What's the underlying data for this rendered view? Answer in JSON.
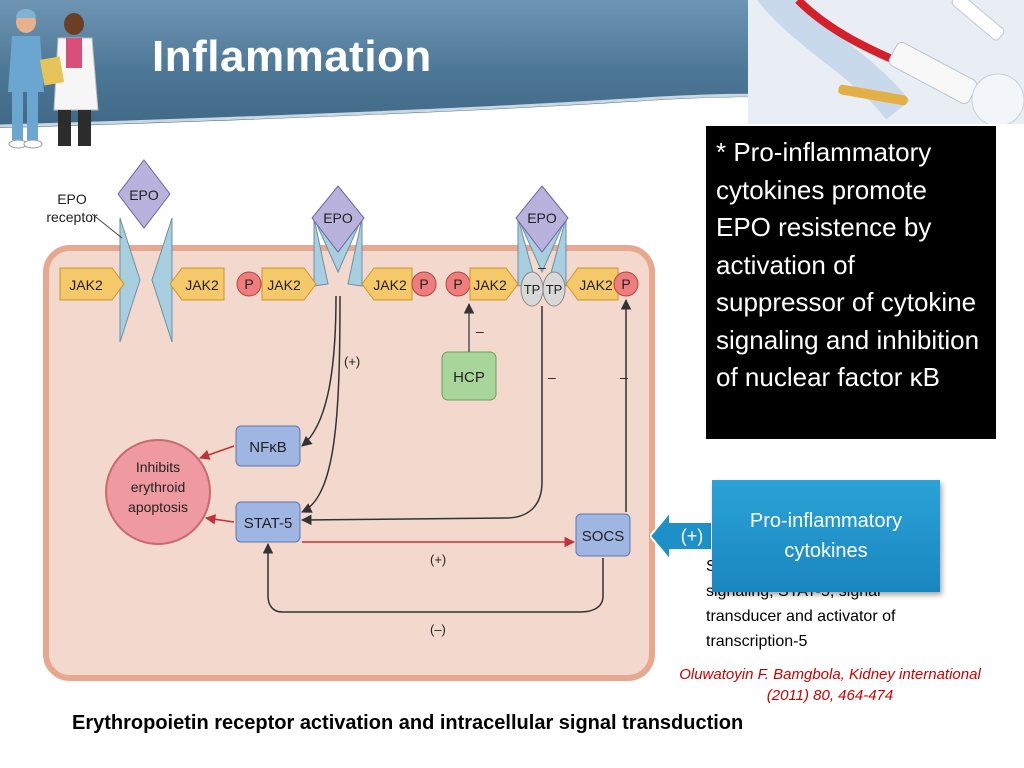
{
  "slide": {
    "title": "Inflammation",
    "note": "* Pro-inflammatory cytokines promote EPO resistence by activation of suppressor of cytokine signaling and inhibition of nuclear factor κB",
    "cytokine_box": "Pro-inflammatory cytokines",
    "cytokine_sign": "(+)",
    "abbrev_line1": "SOCS, suppressor of cytokine",
    "abbrev_line2": "signaling; STAT-5, signal",
    "abbrev_line3": "transducer and activator of",
    "abbrev_line4": "transcription-5",
    "citation_line1": "Oluwatoyin F. Bamgbola, Kidney international",
    "citation_line2": "(2011) 80, 464-474",
    "caption": "Erythropoietin receptor activation and intracellular signal transduction"
  },
  "diagram": {
    "epo": "EPO",
    "epo_receptor_line1": "EPO",
    "epo_receptor_line2": "receptor",
    "jak2": "JAK2",
    "p": "P",
    "tp": "TP",
    "hcp": "HCP",
    "nfkb": "NFκB",
    "stat5": "STAT-5",
    "socs": "SOCS",
    "inhibits_line1": "Inhibits",
    "inhibits_line2": "erythroid",
    "inhibits_line3": "apoptosis",
    "plus": "(+)",
    "minus_paren": "(–)",
    "minus": "–"
  },
  "colors": {
    "header": "#4d7796",
    "cell": "#f3d9cd",
    "cell_border": "#e8a890",
    "jak2": "#f5c86a",
    "phospho": "#ef7d7d",
    "epo": "#b8b2dc",
    "receptor": "#a8cfe0",
    "protein_box": "#9fb6e3",
    "hcp": "#a8d59a",
    "apoptosis": "#ef9aa0",
    "citation": "#cc0000",
    "cytokine_box": "#1e90c8"
  }
}
